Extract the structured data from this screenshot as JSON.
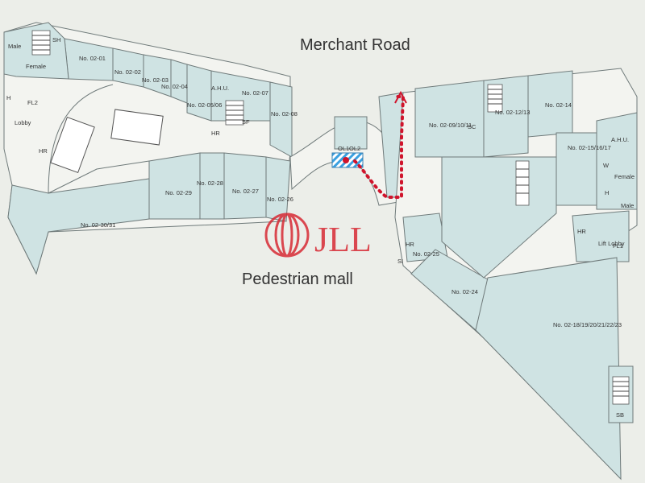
{
  "title_road": "Merchant Road",
  "title_mall": "Pedestrian mall",
  "brand": "JLL",
  "units": {
    "u0201": "No. 02-01",
    "u0202": "No. 02-02",
    "u0203": "No. 02-03",
    "u0204": "No. 02-04",
    "u020506": "No. 02-05/06",
    "u0207": "No. 02-07",
    "u0208": "No. 02-08",
    "u02091011": "No. 02-09/10/11",
    "u021213": "No. 02-12/13",
    "u0214": "No. 02-14",
    "u02151617": "No. 02-15/16/17",
    "u0218": "No. 02-18/19/20/21/22/23",
    "u0224": "No. 02-24",
    "u0225": "No. 02-25",
    "u0226": "No. 02-26",
    "u0227": "No. 02-27",
    "u0228": "No. 02-28",
    "u0229": "No. 02-29",
    "u023031": "No. 02-30/31"
  },
  "facilities": {
    "male_left": "Male",
    "female_left": "Female",
    "sh": "SH",
    "ahu_left": "A.H.U.",
    "h_left": "H",
    "fl2": "FL2",
    "lobby_left": "Lobby",
    "hr_left": "HR",
    "hr_mid": "HR",
    "sf": "SF",
    "ol1": "OL1",
    "ol2": "OL2",
    "hr_center": "HR",
    "si": "SI",
    "sc": "SC",
    "ahu_right": "A.H.U.",
    "w_right": "W",
    "female_right": "Female",
    "h_right": "H",
    "male_right": "Male",
    "hr_right": "HR",
    "lift_lobby": "Lift Lobby",
    "fl1": "FL1",
    "sb": "SB"
  },
  "colors": {
    "unit_fill": "#cfe3e3",
    "corridor_fill": "#f3f4f0",
    "route_dots": "#d0142c",
    "highlight_hatch": "#3aa0e0",
    "brand_red": "#d72a35"
  }
}
